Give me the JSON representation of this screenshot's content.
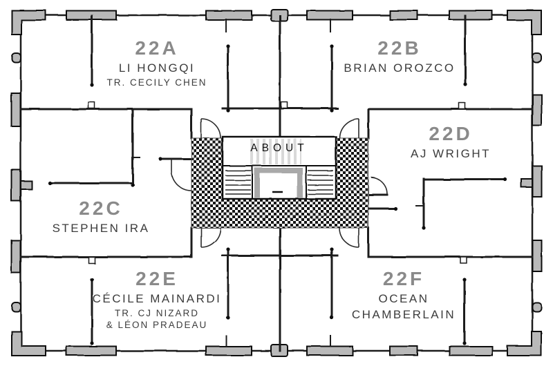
{
  "floorplan": {
    "about_label": "ABOUT",
    "units": [
      {
        "number": "22A",
        "lines": [
          "LI HONGQI",
          "TR. CECILY CHEN"
        ]
      },
      {
        "number": "22B",
        "lines": [
          "BRIAN OROZCO"
        ]
      },
      {
        "number": "22C",
        "lines": [
          "STEPHEN IRA"
        ]
      },
      {
        "number": "22D",
        "lines": [
          "AJ WRIGHT"
        ]
      },
      {
        "number": "22E",
        "lines": [
          "CÉCILE MAINARDI",
          "TR. CJ NIZARD",
          "& LÉON PRADEAU"
        ]
      },
      {
        "number": "22F",
        "lines": [
          "OCEAN",
          "CHAMBERLAIN"
        ]
      }
    ],
    "colors": {
      "unit_number_gray": "#8a8a8a",
      "name_text": "#3c3c3c",
      "wall_ink": "#1a1a1a",
      "window_fill": "#b9b9b9",
      "elevator_gray": "#a9a9a9",
      "background": "#ffffff"
    }
  }
}
